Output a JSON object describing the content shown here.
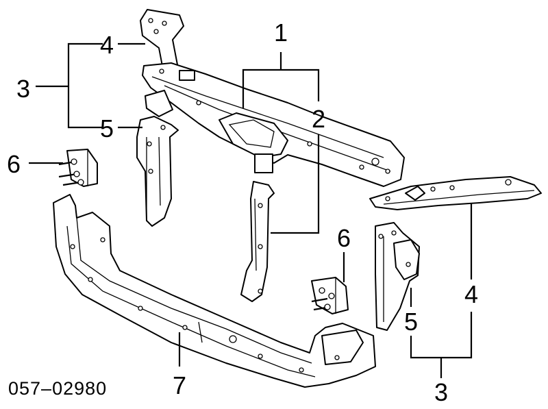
{
  "diagram": {
    "code": "057–02980",
    "callouts": [
      {
        "id": "c1",
        "text": "1"
      },
      {
        "id": "c2",
        "text": "2"
      },
      {
        "id": "c3a",
        "text": "3"
      },
      {
        "id": "c4a",
        "text": "4"
      },
      {
        "id": "c5a",
        "text": "5"
      },
      {
        "id": "c6a",
        "text": "6"
      },
      {
        "id": "c6b",
        "text": "6"
      },
      {
        "id": "c4b",
        "text": "4"
      },
      {
        "id": "c5b",
        "text": "5"
      },
      {
        "id": "c3b",
        "text": "3"
      },
      {
        "id": "c7",
        "text": "7"
      }
    ]
  }
}
